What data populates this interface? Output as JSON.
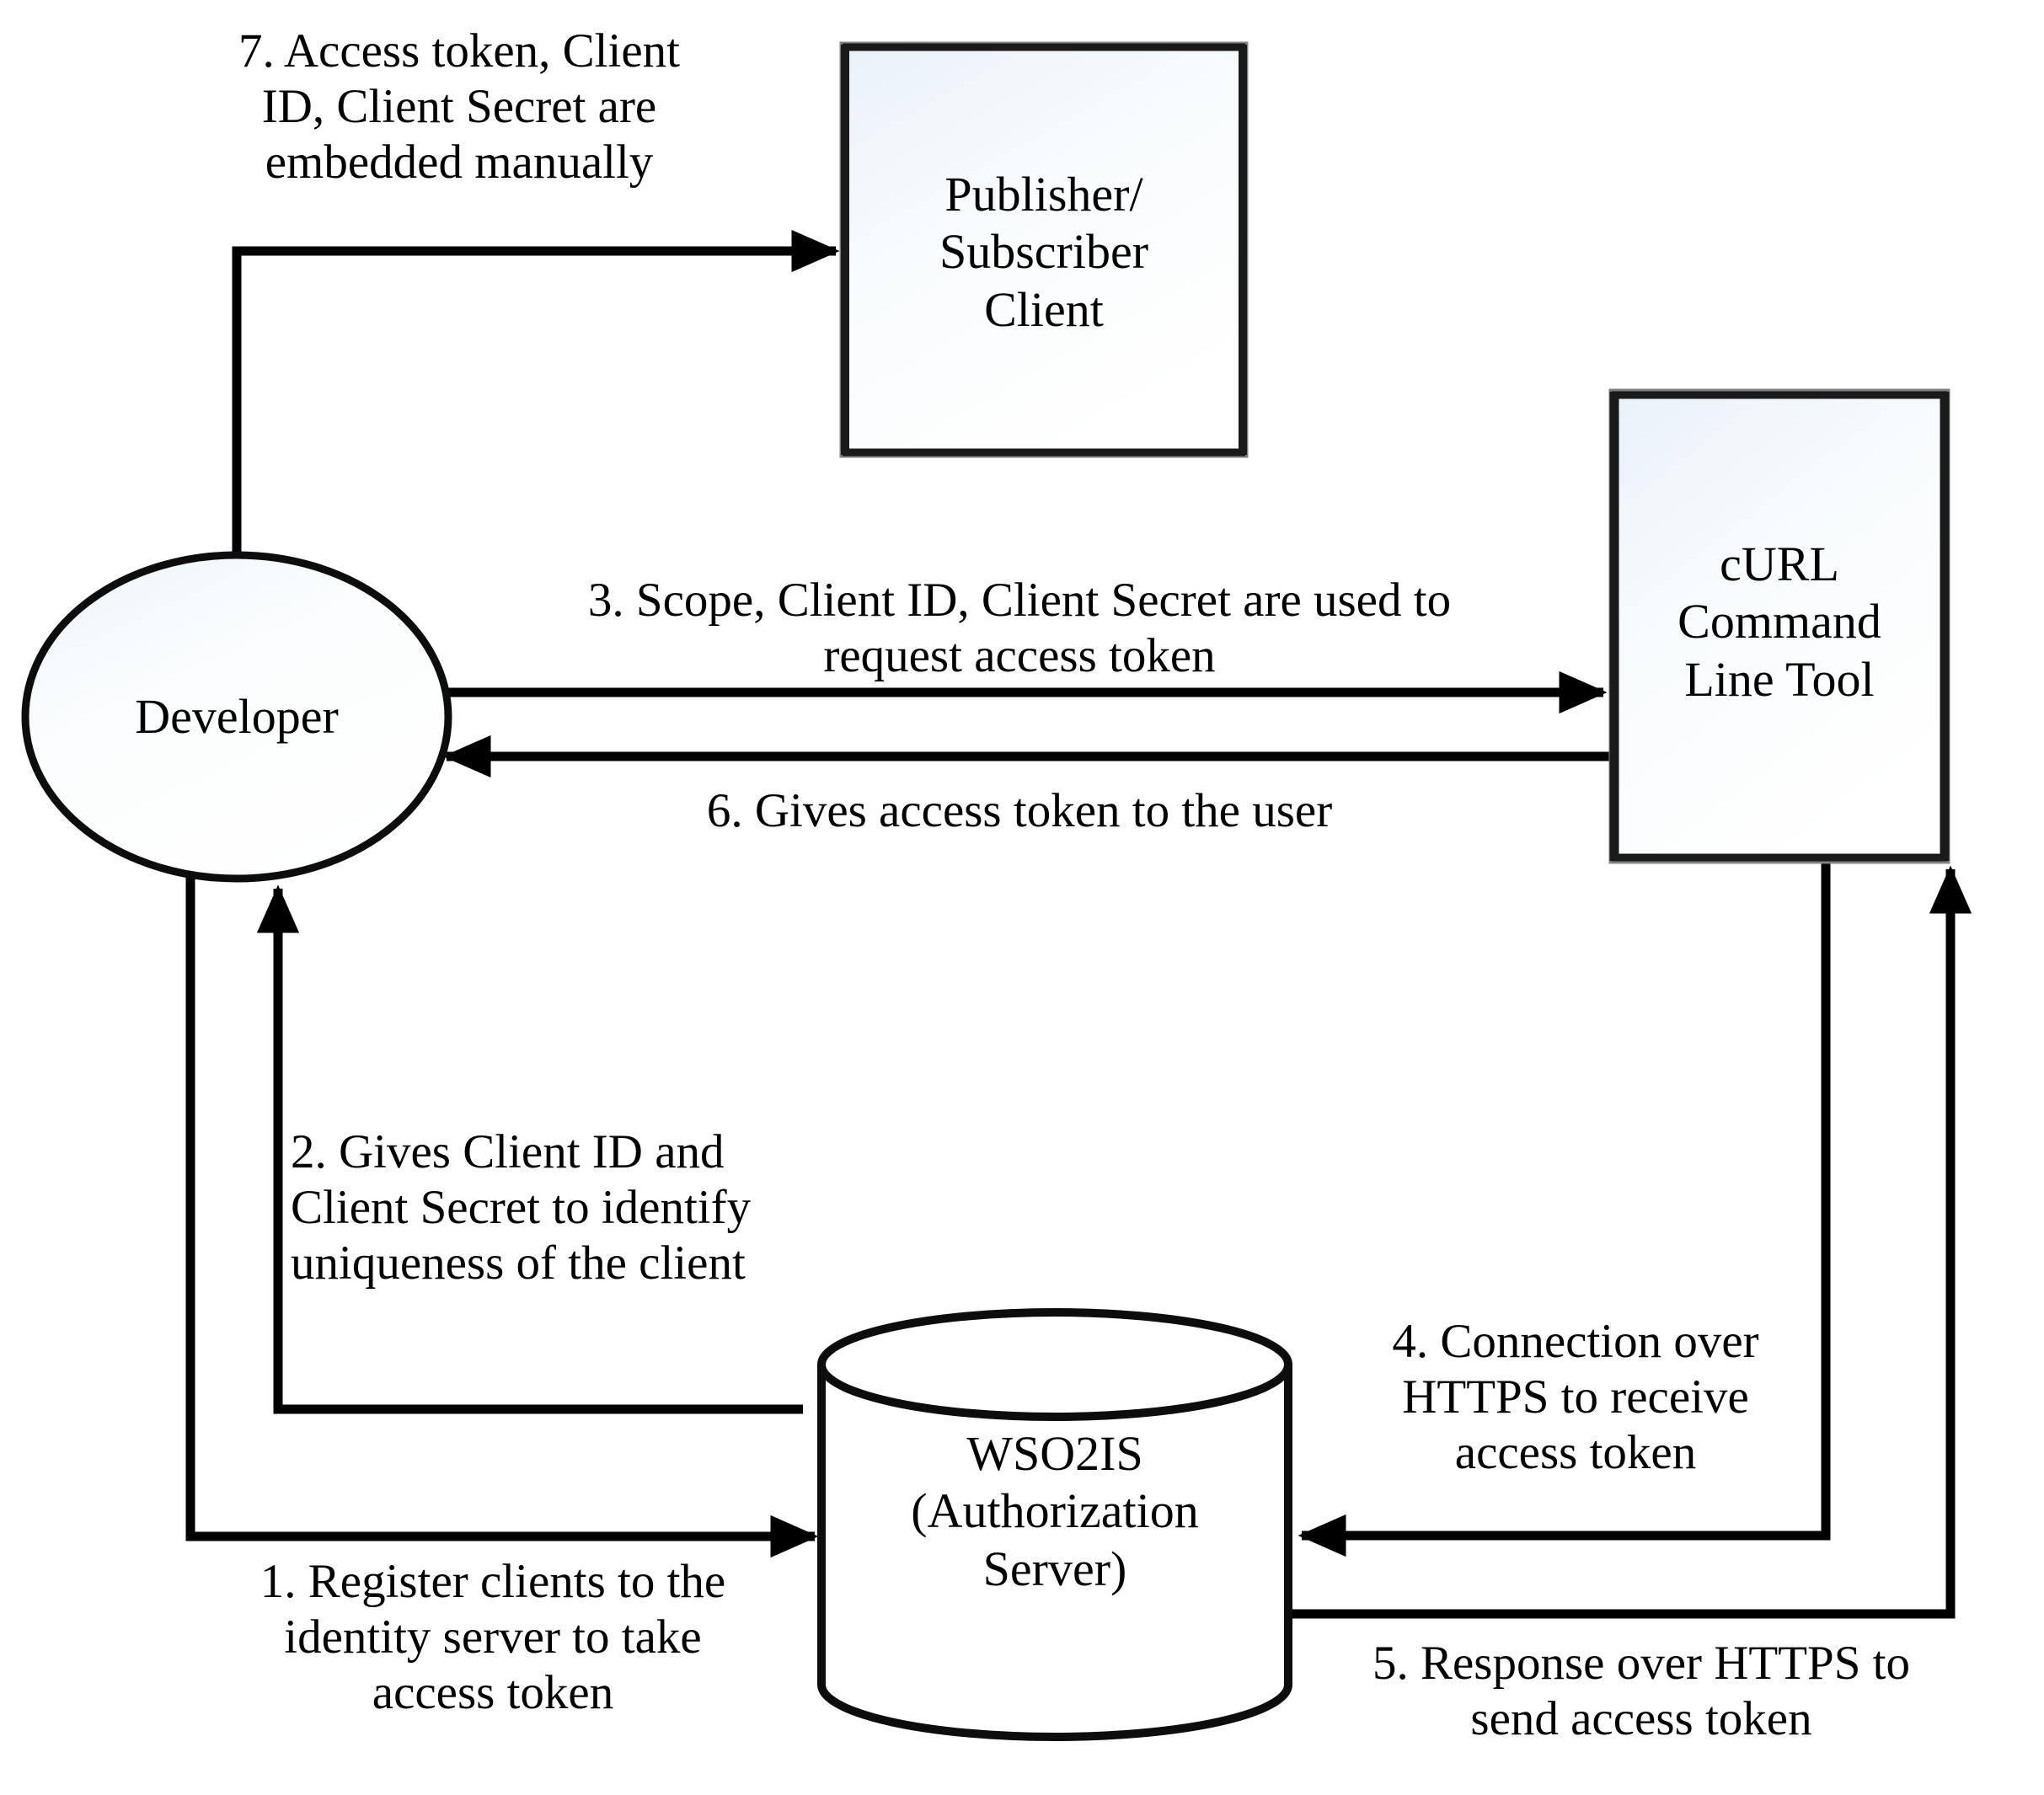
{
  "diagram": {
    "title": "OAuth access token flow between Developer, WSO2IS, cURL and Publisher/Subscriber Client",
    "nodes": [
      {
        "id": "developer",
        "shape": "ellipse",
        "label": "Developer"
      },
      {
        "id": "publisher-subscriber-client",
        "shape": "rectangle",
        "label": "Publisher/\nSubscriber\nClient"
      },
      {
        "id": "curl-command-line-tool",
        "shape": "rectangle",
        "label": "cURL\nCommand\nLine Tool"
      },
      {
        "id": "wso2is-authorization-server",
        "shape": "cylinder",
        "label": "WSO2IS\n(Authorization\nServer)"
      }
    ],
    "flows": [
      {
        "id": "flow-1",
        "number": "1.",
        "text": "1. Register clients to the\nidentity server to take\naccess token",
        "from": "developer",
        "to": "wso2is-authorization-server"
      },
      {
        "id": "flow-2",
        "number": "2.",
        "text": "2. Gives Client ID and\nClient Secret to identify\nuniqueness of the client",
        "from": "wso2is-authorization-server",
        "to": "developer"
      },
      {
        "id": "flow-3",
        "number": "3.",
        "text": "3. Scope, Client ID, Client Secret are used to\nrequest access token",
        "from": "developer",
        "to": "curl-command-line-tool"
      },
      {
        "id": "flow-4",
        "number": "4.",
        "text": "4. Connection over\nHTTPS to receive\naccess token",
        "from": "curl-command-line-tool",
        "to": "wso2is-authorization-server"
      },
      {
        "id": "flow-5",
        "number": "5.",
        "text": "5. Response over HTTPS to\nsend access token",
        "from": "wso2is-authorization-server",
        "to": "curl-command-line-tool"
      },
      {
        "id": "flow-6",
        "number": "6.",
        "text": "6. Gives access token to the user",
        "from": "curl-command-line-tool",
        "to": "developer"
      },
      {
        "id": "flow-7",
        "number": "7.",
        "text": "7. Access token, Client\nID, Client Secret are\nembedded manually",
        "from": "developer",
        "to": "publisher-subscriber-client"
      }
    ],
    "colors": {
      "stroke": "#000000",
      "box_border": "#262626",
      "box_border_inner": "#808080",
      "box_fill_top": "#eef3f9",
      "box_fill_bottom": "#ffffff",
      "ellipse_fill_top": "#f2f7fb",
      "ellipse_fill_bottom": "#ffffff",
      "background": "#ffffff"
    }
  }
}
